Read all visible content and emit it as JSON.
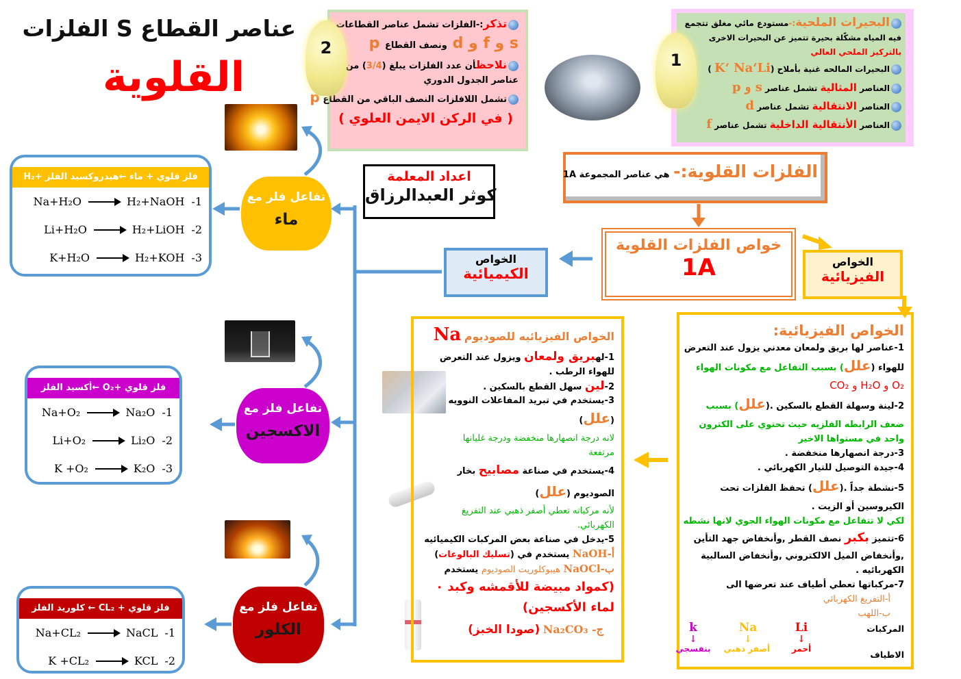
{
  "title": {
    "line1": "عناصر القطاع S الفلزات",
    "line2": "القلوية"
  },
  "author": {
    "label": "اعداد المعلمة",
    "name": "كوثر العبدالرزاق"
  },
  "box1": {
    "number": "1",
    "salt_lakes_title": "البحيرات الملحية",
    "salt_lakes_sep": ":-",
    "salt_lakes_text1": "مستودع مائي مغلق تتجمع",
    "salt_lakes_text2": "فيه المياه مشكّلة بحيرة تتميز عن البحيرات الاخرى",
    "salt_lakes_text3": "بالتركيز الملحي العالي",
    "salts_text": "البحيرات المالحه غنية بأملاح (",
    "salts": "K‘ Na‘Li",
    "salts_end": ")",
    "rep_a": "العناصر",
    "rep_b": "المثالية",
    "rep_c": "تشمل عناصر",
    "rep_d": "s و p",
    "tr_a": "العناصر",
    "tr_b": "الانتقالية",
    "tr_c": "تشمل عناصر",
    "tr_d": "d",
    "in_a": "العناصر",
    "in_b": "الأنتقالية الداخلية",
    "in_c": "تشمل عناصر",
    "in_d": "f"
  },
  "box2": {
    "number": "2",
    "remember": "تذكر",
    "remember_text": ":-الفلزات تشمل عناصر القطاعات",
    "blocks": "s و f و d",
    "half_p": "ونصف القطاع",
    "p": "p",
    "note": "نلاحظ",
    "note_text": "أن عدد الفلزات يبلغ (",
    "fraction": "3/4",
    "note_text2": ") من",
    "note_text3": "عناصر الجدول الدوري",
    "nonmetals": "تشمل اللافلزات النصف الباقي من القطاع",
    "corner": "( في الركن الايمن العلوي )"
  },
  "definition": {
    "title": "الفلزات القلوية:-",
    "text": "هي عناصر المجموعة 1A"
  },
  "properties": {
    "title": "خواص الفلزات القلوية",
    "group": "1A"
  },
  "physical_label": {
    "l1": "الخواص",
    "l2": "الفيزيائية"
  },
  "chemical_label": {
    "l1": "الخواص",
    "l2": "الكيميائية"
  },
  "physical": {
    "title": "الخواص الفيزيائية:",
    "p1": "1-عناصر لها بريق ولمعان معدني يزول عند التعرض",
    "p1b": "للهواء (",
    "why": "علل",
    "p1c": ") بسبب التفاعل مع مكونات الهواء",
    "p1d": "O₂ و H₂O و CO₂",
    "p2": "2-لينة وسهلة القطع بالسكين .(",
    "p2b": ") بسبب",
    "p2c": "ضعف الرابطه الفلزيه حيث تحتوي على الكترون",
    "p2d": "واحد في مستواها الاخير",
    "p3": "3-درجة انصهارها منخفضة .",
    "p4": "4-جيدة التوصيل للتيار الكهربائي .",
    "p5": "5-نشطة جداً .(",
    "p5b": ") تحفظ الفلزات تحت",
    "p5c": "الكيروسين أو الزيت .",
    "p5d": "لكي لا تتفاعل مع مكونات الهواء الجوي لانها نشطه",
    "p6a": "6-تتميز",
    "p6b": "بكبر",
    "p6c": "نصف القطر ,وأنخفاض جهد التأين",
    "p6d": ",وأنخفاض الميل الالكتروني ,وأنخفاض السالبية",
    "p6e": "الكهربائيه .",
    "p7": "7-مركباتها تعطي أطياف عند تعرضها الى",
    "p7a": "أ-التفريغ الكهربائي",
    "p7b": "ب-اللهب",
    "compounds_label": "المركبات",
    "spectra_label": "الاطياف",
    "flames": [
      {
        "el": "Li",
        "color_name": "أحمر",
        "color": "#ff0000"
      },
      {
        "el": "Na",
        "color_name": "أصفر ذهبي",
        "color": "#ffc000"
      },
      {
        "el": "k",
        "color_name": "بنفسجي",
        "color": "#cc00cc"
      }
    ]
  },
  "sodium": {
    "title": "الخواص الفيزيائيه للصوديوم",
    "symbol": "Na",
    "s1a": "1-له",
    "s1b": "بريق ولمعان",
    "s1c": "ويزول عند التعرض",
    "s1d": "للهواء الرطب .",
    "s2a": "2-",
    "s2b": "لين",
    "s2c": "سهل القطع بالسكين .",
    "s3": "3-يستخدم في تبريد المفاعلات النوويه",
    "why": "علل",
    "s3b": "لانه درجة انصهارها منخفضة  ودرجة غليانها",
    "s3c": "مرتفعة",
    "s4a": "4-يستخدم في صناعة",
    "s4b": "مصابيح",
    "s4c": "بخار",
    "s4d": "الصوديوم (",
    "s4e": "لأنه مركباته تعطي أصفر ذهبي عند التفريغ",
    "s4f": "الكهربائي.",
    "s5": "5-يدخل في صناعة بعض المركبات الكيميائيه",
    "s5a1": "أ-NaOH",
    "s5a2": "يستخدم في (",
    "s5a3": "تسليك البالوعات",
    "s5a4": ")",
    "s5b1": "ب-NaOCl",
    "s5b2": "هيبوكلوريت الصوديوم",
    "s5b3": "يستخدم",
    "s5b4": "(كمواد مبيضة للأقمشه وكبد ٠",
    "s5b5": "لماء الأكسجين)",
    "s5c1": "ج- Na₂CO₃",
    "s5c2": "(صودا الخبز)"
  },
  "reactions": [
    {
      "node_l1": "تفاعل فلز مع",
      "node_l2": "ماء",
      "header": "فلز قلوي + ماء ←هيدروكسيد الفلز +H₂",
      "color": "#ffc000",
      "equations": [
        {
          "n": "-1",
          "lhs": "Na+H₂O",
          "rhs": "H₂+NaOH"
        },
        {
          "n": "-2",
          "lhs": "Li+H₂O",
          "rhs": "H₂+LiOH"
        },
        {
          "n": "-3",
          "lhs": "K+H₂O",
          "rhs": "H₂+KOH"
        }
      ]
    },
    {
      "node_l1": "تفاعل فلز مع",
      "node_l2": "الاكسجين",
      "header": "فلز قلوي +O₂ ←أكسيد الفلز",
      "color": "#cc00cc",
      "equations": [
        {
          "n": "-1",
          "lhs": "Na+O₂",
          "rhs": "Na₂O"
        },
        {
          "n": "-2",
          "lhs": "Li+O₂",
          "rhs": "Li₂O"
        },
        {
          "n": "-3",
          "lhs": "K +O₂",
          "rhs": "K₂O"
        }
      ]
    },
    {
      "node_l1": "تفاعل فلز مع",
      "node_l2": "الكلور",
      "header": "فلز قلوي + CL₂ ← كلوريد الفلز",
      "color": "#c00000",
      "equations": [
        {
          "n": "-1",
          "lhs": "Na+CL₂",
          "rhs": "NaCL"
        },
        {
          "n": "-2",
          "lhs": "K +CL₂",
          "rhs": "KCL"
        }
      ]
    }
  ]
}
